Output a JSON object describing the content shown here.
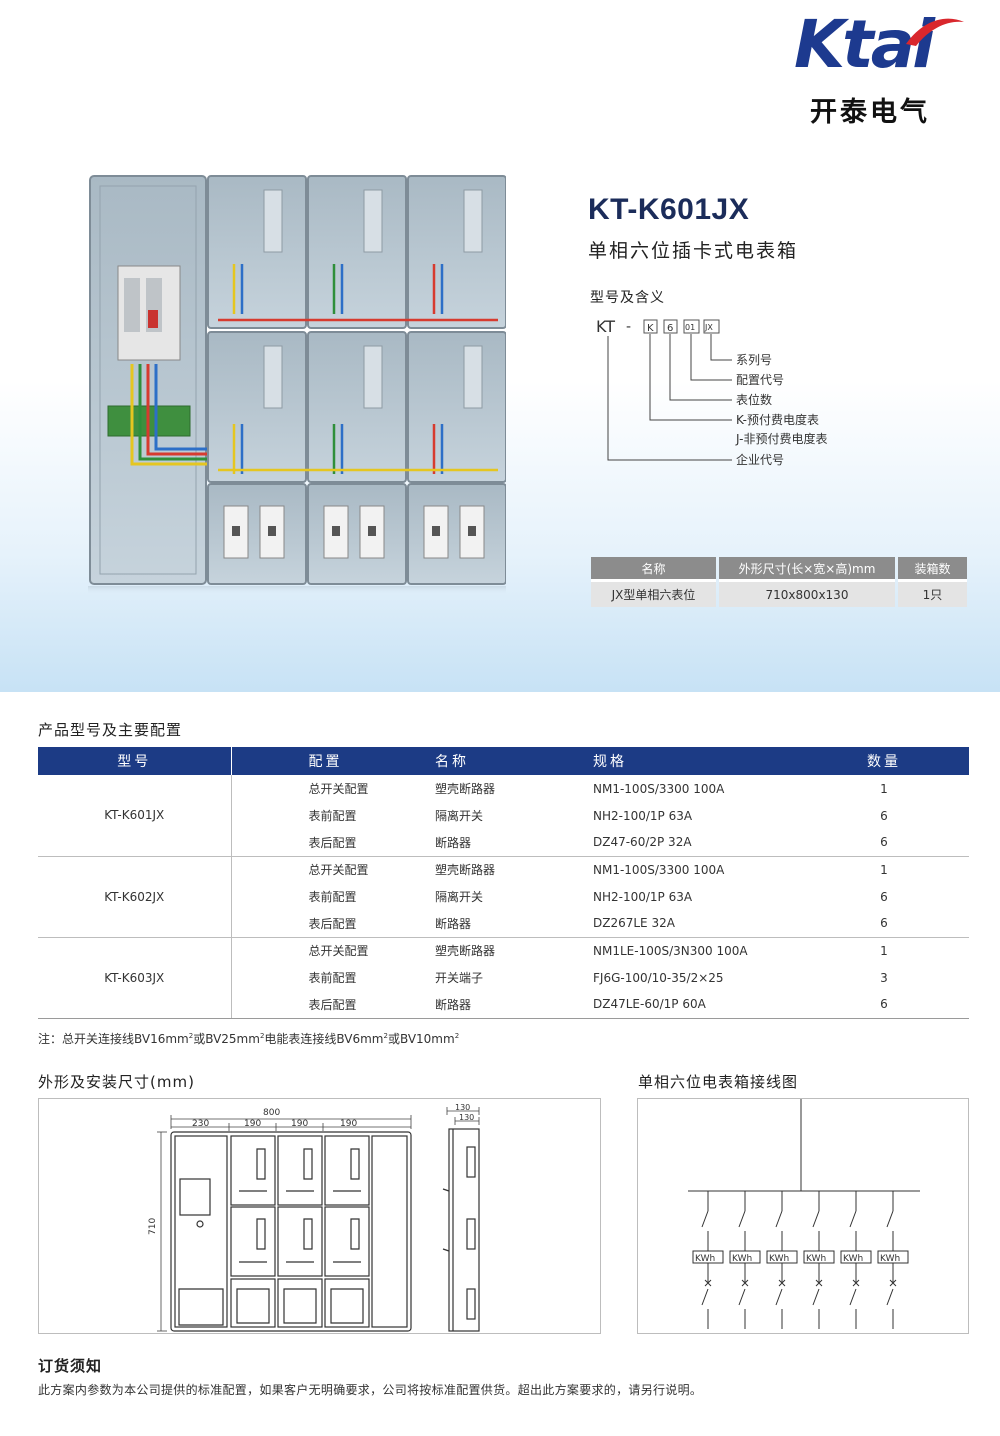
{
  "brand": {
    "logo_text": "Ktai",
    "logo_cn": "开泰电气",
    "colors": {
      "navy": "#1d3a8f",
      "red": "#d9272d"
    }
  },
  "product": {
    "model": "KT-K601JX",
    "subtitle": "单相六位插卡式电表箱",
    "photo_icon": "meter-box-photo"
  },
  "meaning": {
    "heading": "型号及含义",
    "code_parts": [
      "KT",
      "-",
      "K",
      "6",
      "01",
      "JX"
    ],
    "labels": [
      "系列号",
      "配置代号",
      "表位数",
      "K-预付费电度表",
      "J-非预付费电度表",
      "企业代号"
    ]
  },
  "spec_table": {
    "headers": [
      "名称",
      "外形尺寸(长×宽×高)mm",
      "装箱数"
    ],
    "row": [
      "JX型单相六表位",
      "710x800x130",
      "1只"
    ]
  },
  "config_section": {
    "title": "产品型号及主要配置",
    "headers": [
      "型号",
      "配置",
      "名称",
      "规格",
      "数量"
    ],
    "groups": [
      {
        "model": "KT-K601JX",
        "rows": [
          [
            "总开关配置",
            "塑壳断路器",
            "NM1-100S/3300 100A",
            "1"
          ],
          [
            "表前配置",
            "隔离开关",
            "NH2-100/1P 63A",
            "6"
          ],
          [
            "表后配置",
            "断路器",
            "DZ47-60/2P 32A",
            "6"
          ]
        ]
      },
      {
        "model": "KT-K602JX",
        "rows": [
          [
            "总开关配置",
            "塑壳断路器",
            "NM1-100S/3300 100A",
            "1"
          ],
          [
            "表前配置",
            "隔离开关",
            "NH2-100/1P 63A",
            "6"
          ],
          [
            "表后配置",
            "断路器",
            "DZ267LE 32A",
            "6"
          ]
        ]
      },
      {
        "model": "KT-K603JX",
        "rows": [
          [
            "总开关配置",
            "塑壳断路器",
            "NM1LE-100S/3N300 100A",
            "1"
          ],
          [
            "表前配置",
            "开关端子",
            "FJ6G-100/10-35/2×25",
            "3"
          ],
          [
            "表后配置",
            "断路器",
            "DZ47LE-60/1P 60A",
            "6"
          ]
        ]
      }
    ]
  },
  "note": {
    "prefix": "注：总开关连接线BV16mm",
    "sup1": "2",
    "mid1": "或BV25mm",
    "sup2": "2",
    "mid2": "电能表连接线BV6mm",
    "sup3": "2",
    "mid3": "或BV10mm",
    "sup4": "2"
  },
  "dimension_section": {
    "title": "外形及安装尺寸(mm)",
    "total_width": "800",
    "widths": [
      "230",
      "190",
      "190",
      "190"
    ],
    "height": "710",
    "depth_outer": "130",
    "depth_inner": "130"
  },
  "wiring_section": {
    "title": "单相六位电表箱接线图",
    "meter_label": "KWh",
    "meter_count": 6
  },
  "ordering": {
    "title": "订货须知",
    "text": "此方案内参数为本公司提供的标准配置，如果客户无明确要求，公司将按标准配置供货。超出此方案要求的，请另行说明。"
  }
}
